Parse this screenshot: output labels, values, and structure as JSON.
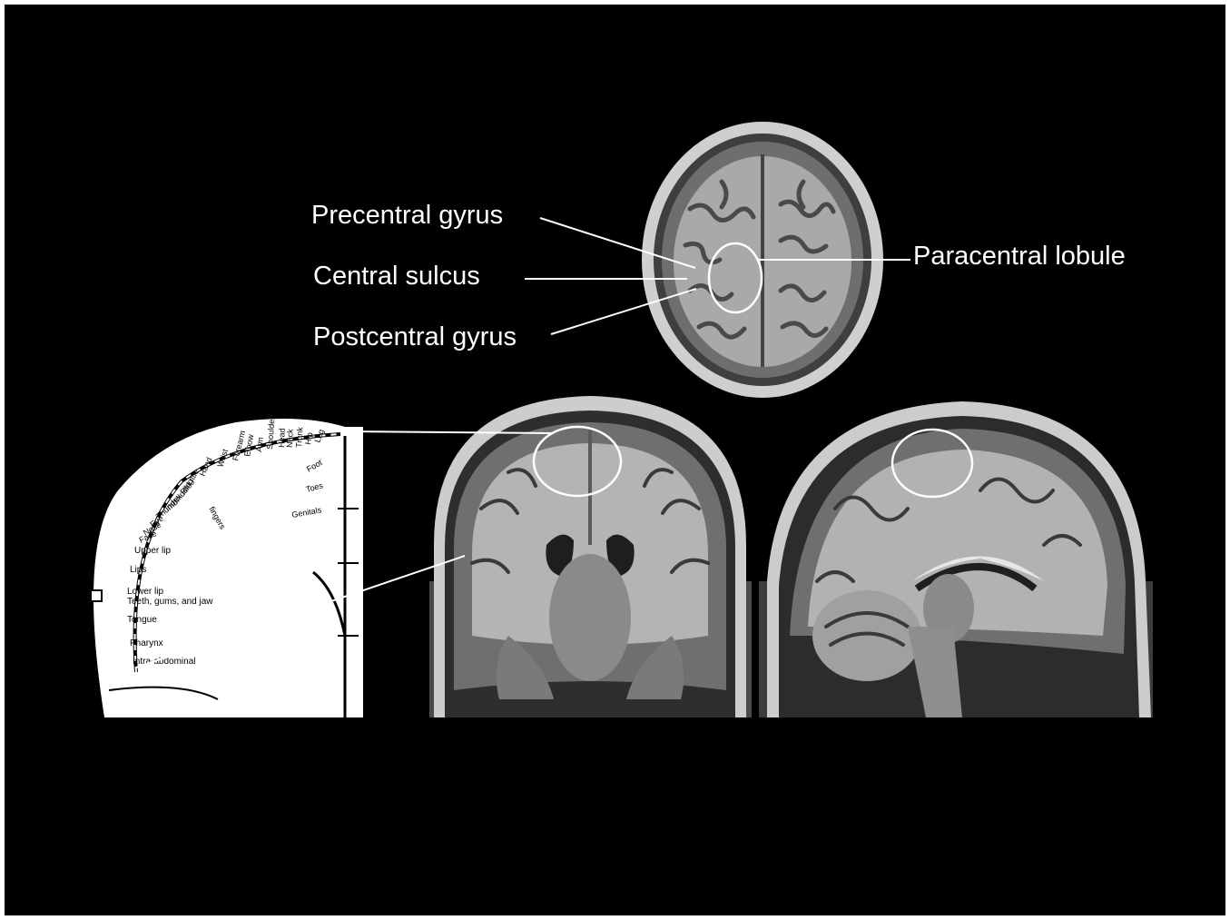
{
  "labels": {
    "precentral_gyrus": "Precentral gyrus",
    "central_sulcus": "Central sulcus",
    "postcentral_gyrus": "Postcentral gyrus",
    "paracentral_lobule": "Paracentral lobule"
  },
  "homunculus": {
    "radial_labels": [
      "Little",
      "Ring",
      "Middle",
      "Index",
      "Thumb",
      "Eye",
      "Nose",
      "Face",
      "Hand",
      "Wrist",
      "Forearm",
      "Elbow",
      "Arm",
      "Shoulder",
      "Head",
      "Neck",
      "Trunk",
      "Hip",
      "Leg",
      "Foot",
      "Toes",
      "Genitals",
      "fingers"
    ],
    "lower_labels": [
      "Upper lip",
      "Lips",
      "Lower lip",
      "Teeth, gums, and jaw",
      "Tongue",
      "Pharynx",
      "Intra-abdominal"
    ]
  },
  "colors": {
    "background": "#000000",
    "annotation": "#ffffff",
    "mri_gray_matter": "#6f6f6f",
    "mri_white_matter": "#b5b5b5"
  }
}
